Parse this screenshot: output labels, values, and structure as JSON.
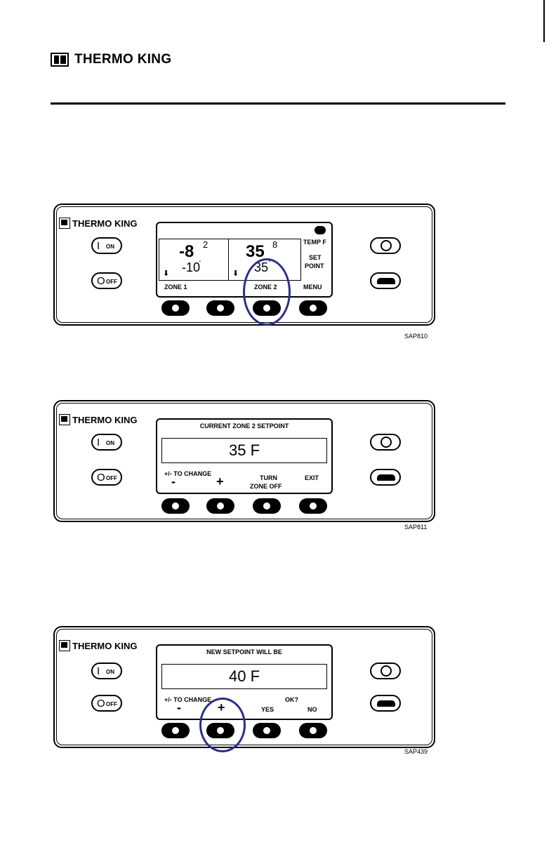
{
  "header": {
    "brand": "THERMO KING"
  },
  "panels": [
    {
      "brand": "THERMO KING",
      "on_label": "I",
      "on_sub": "ON",
      "off_label": "O",
      "off_sub": "OFF",
      "zone1": {
        "main": "-8",
        "decimal": "2",
        "setpoint": "-10"
      },
      "zone2": {
        "main": "35",
        "decimal": "8",
        "setpoint": "35"
      },
      "temp_label": "TEMP  F",
      "setpoint_line1": "SET",
      "setpoint_line2": "POINT",
      "zone1_label": "ZONE 1",
      "zone2_label": "ZONE 2",
      "menu_label": "MENU",
      "figure": "SAP810"
    },
    {
      "brand": "THERMO KING",
      "on_label": "I",
      "on_sub": "ON",
      "off_label": "O",
      "off_sub": "OFF",
      "title": "CURRENT ZONE 2 SETPOINT",
      "value": "35 F",
      "change_label": "+/- TO CHANGE",
      "minus": "-",
      "plus": "+",
      "turn_line1": "TURN",
      "turn_line2": "ZONE OFF",
      "exit": "EXIT",
      "figure": "SAP811"
    },
    {
      "brand": "THERMO KING",
      "on_label": "I",
      "on_sub": "ON",
      "off_label": "O",
      "off_sub": "OFF",
      "title": "NEW SETPOINT WILL BE",
      "value": "40 F",
      "change_label": "+/- TO CHANGE",
      "minus": "-",
      "plus": "+",
      "ok": "OK?",
      "yes": "YES",
      "no": "NO",
      "figure": "SAP439"
    }
  ],
  "colors": {
    "highlight": "#2b2e8a"
  }
}
